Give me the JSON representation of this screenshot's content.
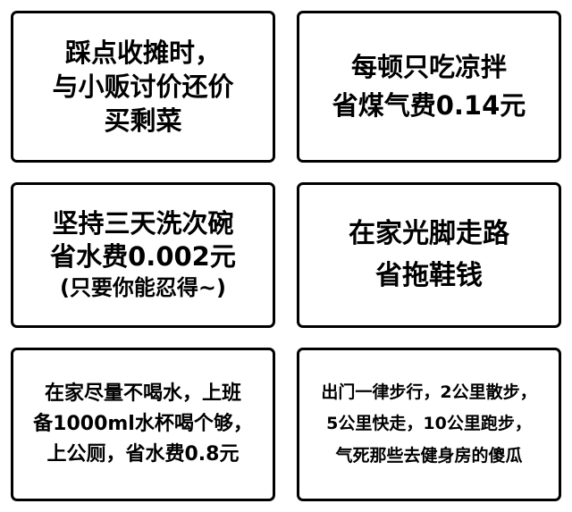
{
  "colors": {
    "background": "#ffffff",
    "border": "#000000",
    "text": "#000000"
  },
  "panels": [
    {
      "id": "bargain-leftovers",
      "lines": [
        "踩点收摊时，",
        "与小贩讨价还价",
        "买剩菜"
      ]
    },
    {
      "id": "cold-dishes-gas",
      "lines": [
        "每顿只吃凉拌",
        "省煤气费0.14元"
      ]
    },
    {
      "id": "wash-dishes-every-three-days",
      "lines": [
        "坚持三天洗次碗",
        "省水费0.002元",
        "(只要你能忍得~)"
      ]
    },
    {
      "id": "barefoot-at-home",
      "lines": [
        "在家光脚走路",
        "省拖鞋钱"
      ]
    },
    {
      "id": "drink-water-at-work",
      "lines": [
        "在家尽量不喝水，上班",
        "备1000ml水杯喝个够，",
        "上公厕，省水费0.8元"
      ]
    },
    {
      "id": "walk-everywhere",
      "lines": [
        "出门一律步行，2公里散步，",
        "5公里快走，10公里跑步，",
        "气死那些去健身房的傻瓜"
      ]
    }
  ]
}
